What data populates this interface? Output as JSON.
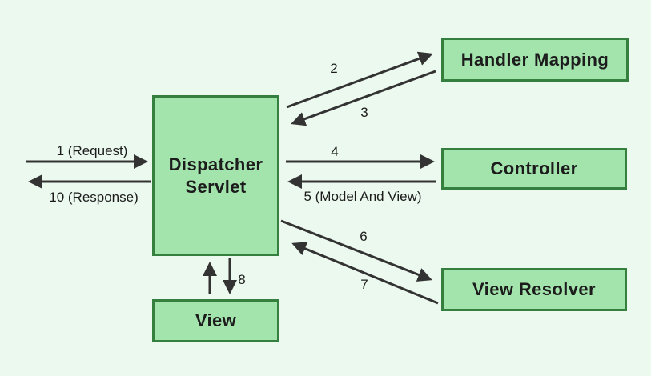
{
  "colors": {
    "background": "#ECF9EF",
    "box_fill": "#A3E3AC",
    "box_border": "#35803E",
    "arrow": "#333333",
    "label_text": "#1C1C1C"
  },
  "boxes": {
    "dispatcher_servlet": {
      "label": "Dispatcher Servlet"
    },
    "handler_mapping": {
      "label": "Handler Mapping"
    },
    "controller": {
      "label": "Controller"
    },
    "view_resolver": {
      "label": "View Resolver"
    },
    "view": {
      "label": "View"
    }
  },
  "arrow_labels": {
    "step1": "1 (Request)",
    "step2": "2",
    "step3": "3",
    "step4": "4",
    "step5": "5 (Model And View)",
    "step6": "6",
    "step7": "7",
    "step8": "8",
    "step10": "10 (Response)"
  }
}
